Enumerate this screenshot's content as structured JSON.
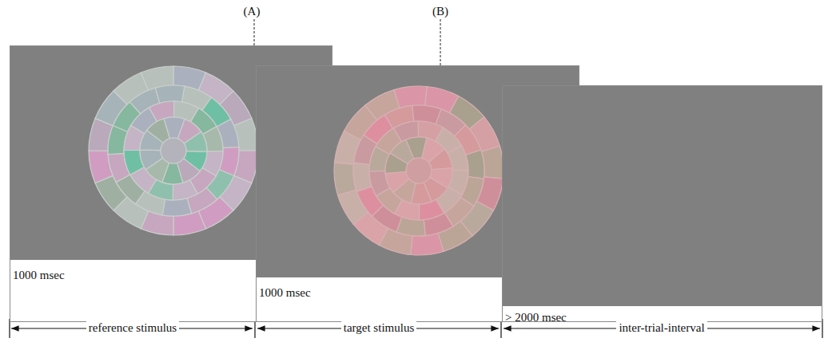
{
  "diagram": {
    "nodes": [
      {
        "text": [
          "1000 msec"
        ]
      },
      {
        "text": [
          "1000 msec"
        ]
      },
      {
        "text": [
          "> 2000 msec"
        ]
      }
    ],
    "labels": [
      "(A)",
      "(B)",
      "reference stimulus",
      "target stimulus",
      "inter-trial-interval"
    ]
  }
}
